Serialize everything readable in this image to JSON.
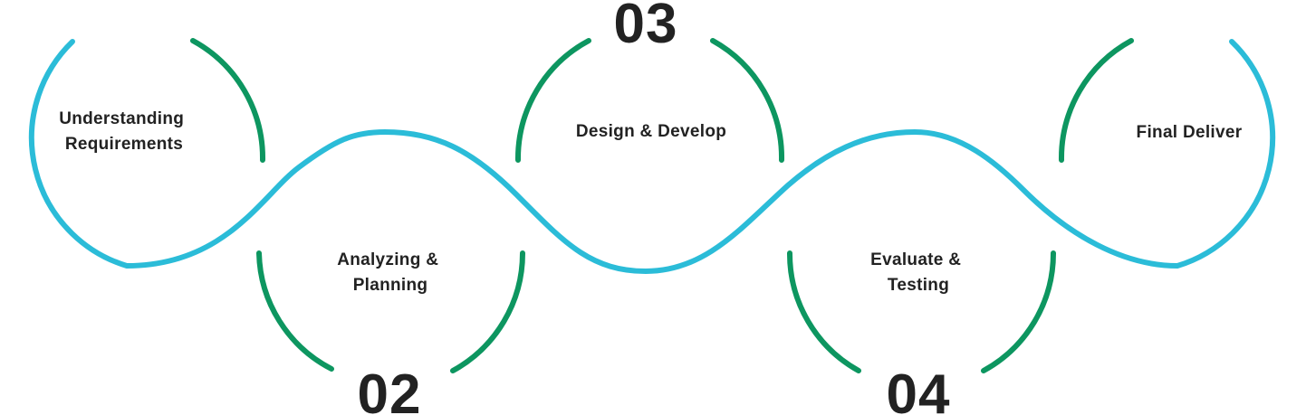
{
  "colors": {
    "wave": "#2bbcd8",
    "arc": "#0d9660",
    "text": "#222222"
  },
  "steps": [
    {
      "label_lines": [
        "Understanding",
        "Requirements"
      ],
      "number": ""
    },
    {
      "label_lines": [
        "Analyzing &",
        "Planning"
      ],
      "number": "02"
    },
    {
      "label_lines": [
        "Design & Develop"
      ],
      "number": "03"
    },
    {
      "label_lines": [
        "Evaluate &",
        "Testing"
      ],
      "number": "04"
    },
    {
      "label_lines": [
        "Final Deliver"
      ],
      "number": ""
    }
  ]
}
